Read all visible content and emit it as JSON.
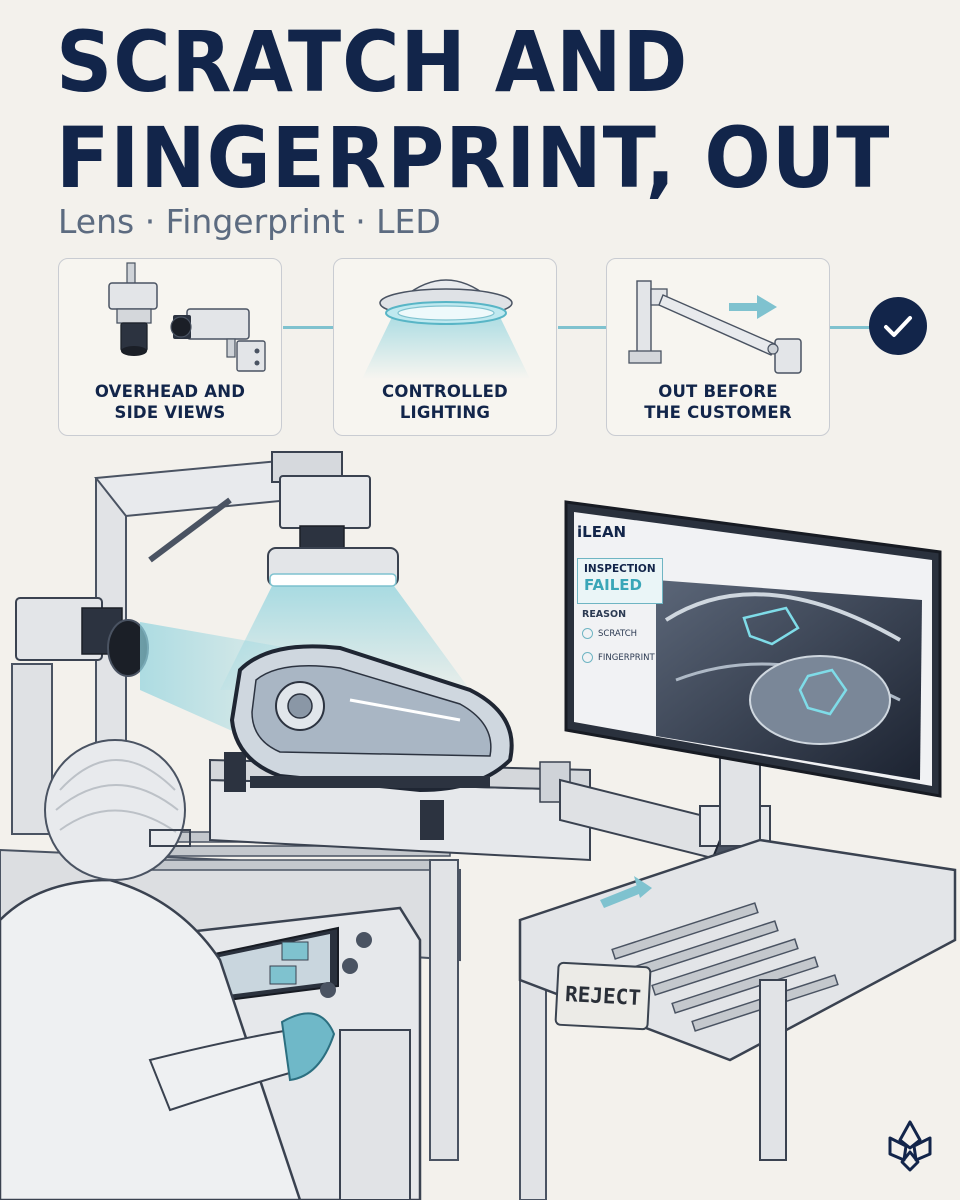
{
  "headline": {
    "line1": "SCRATCH AND",
    "line2": "FINGERPRINT, OUT"
  },
  "subtitle": "Lens · Fingerprint · LED",
  "steps": [
    {
      "label_line1": "OVERHEAD AND",
      "label_line2": "SIDE VIEWS",
      "icon": "camera-icon"
    },
    {
      "label_line1": "CONTROLLED",
      "label_line2": "LIGHTING",
      "icon": "ring-light-icon"
    },
    {
      "label_line1": "OUT BEFORE",
      "label_line2": "THE CUSTOMER",
      "icon": "pusher-arm-icon"
    }
  ],
  "check_icon": "check-circle-icon",
  "monitor": {
    "brand": "iLEAN",
    "inspection_title": "INSPECTION",
    "inspection_status": "FAILED",
    "reason_title": "REASON",
    "reasons": [
      "SCRATCH",
      "FINGERPRINT"
    ]
  },
  "reject_sign": "REJECT",
  "colors": {
    "navy": "#12254a",
    "accent_teal": "#7fc2cf",
    "background": "#f3f1ec",
    "subtitle_gray": "#5c6b80"
  },
  "logo_icon": "flower-logo-icon"
}
